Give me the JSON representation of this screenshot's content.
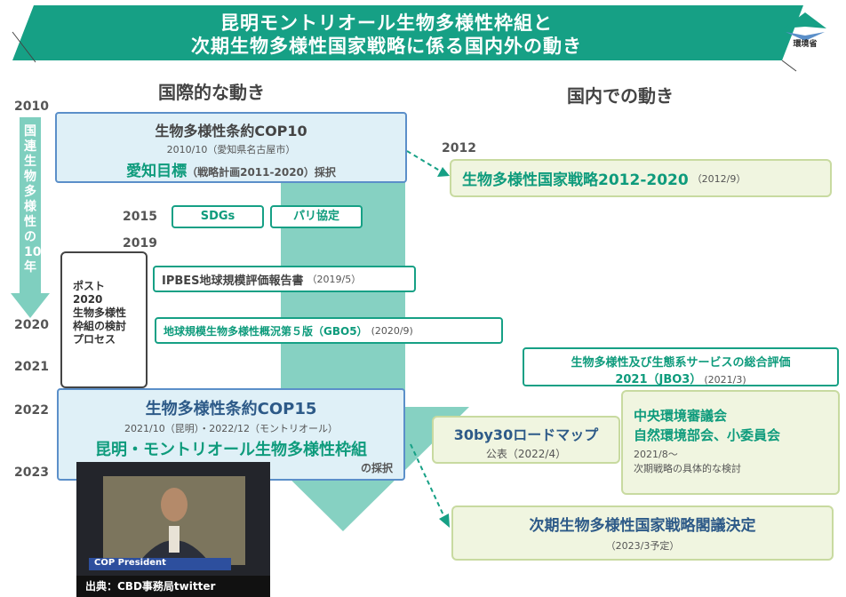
{
  "header": {
    "title_line1": "昆明モントリオール生物多様性枠組と",
    "title_line2": "次期生物多様性国家戦略に係る国内外の動き",
    "ministry": "環境省"
  },
  "columns": {
    "international": "国際的な動き",
    "domestic": "国内での動き"
  },
  "years": {
    "y2010": "2010",
    "y2012": "2012",
    "y2015": "2015",
    "y2019": "2019",
    "y2020": "2020",
    "y2021": "2021",
    "y2022": "2022",
    "y2023": "2023"
  },
  "un_decade": "国連生物多様性の10年",
  "international": {
    "cop10": {
      "title": "生物多様性条約COP10",
      "date": "2010/10（愛知県名古屋市）",
      "target_main": "愛知目標",
      "target_sub": "（戦略計画2011-2020）採択"
    },
    "sdgs": "SDGs",
    "paris": "パリ協定",
    "post2020": "ポスト\n2020\n生物多様性\n枠組の検討\nプロセス",
    "ipbes_main": "IPBES地球規模評価報告書",
    "ipbes_date": "（2019/5）",
    "gbo5_main": "地球規模生物多様性概況第５版（GBO5）",
    "gbo5_date": "(2020/9)",
    "cop15": {
      "title": "生物多様性条約COP15",
      "date": "2021/10（昆明）・2022/12（モントリオール）",
      "framework": "昆明・モントリオール生物多様性枠組",
      "adopt": "の採択"
    },
    "photo_caption": "出典：CBD事務局twitter",
    "photo_banner": "COP President"
  },
  "domestic": {
    "nbsap2012_main": "生物多様性国家戦略2012-2020",
    "nbsap2012_date": "（2012/9）",
    "jbo3_line1": "生物多様性及び生態系サービスの総合評価",
    "jbo3_line2": "2021（JBO3）",
    "jbo3_date": "(2021/3)",
    "roadmap_main": "30by30ロードマップ",
    "roadmap_sub": "公表（2022/4）",
    "council_line1": "中央環境審議会",
    "council_line2": "自然環境部会、小委員会",
    "council_line3": "2021/8～",
    "council_line4": "次期戦略の具体的な検討",
    "next_main": "次期生物多様性国家戦略閣議決定",
    "next_date": "（2023/3予定）"
  },
  "colors": {
    "teal": "#16a085",
    "teal_light": "#7fcfbf",
    "blue_border": "#5b8fc9",
    "blue_fill": "#dff0f7",
    "green_border": "#c8daa0",
    "green_fill": "#f0f5e0"
  }
}
